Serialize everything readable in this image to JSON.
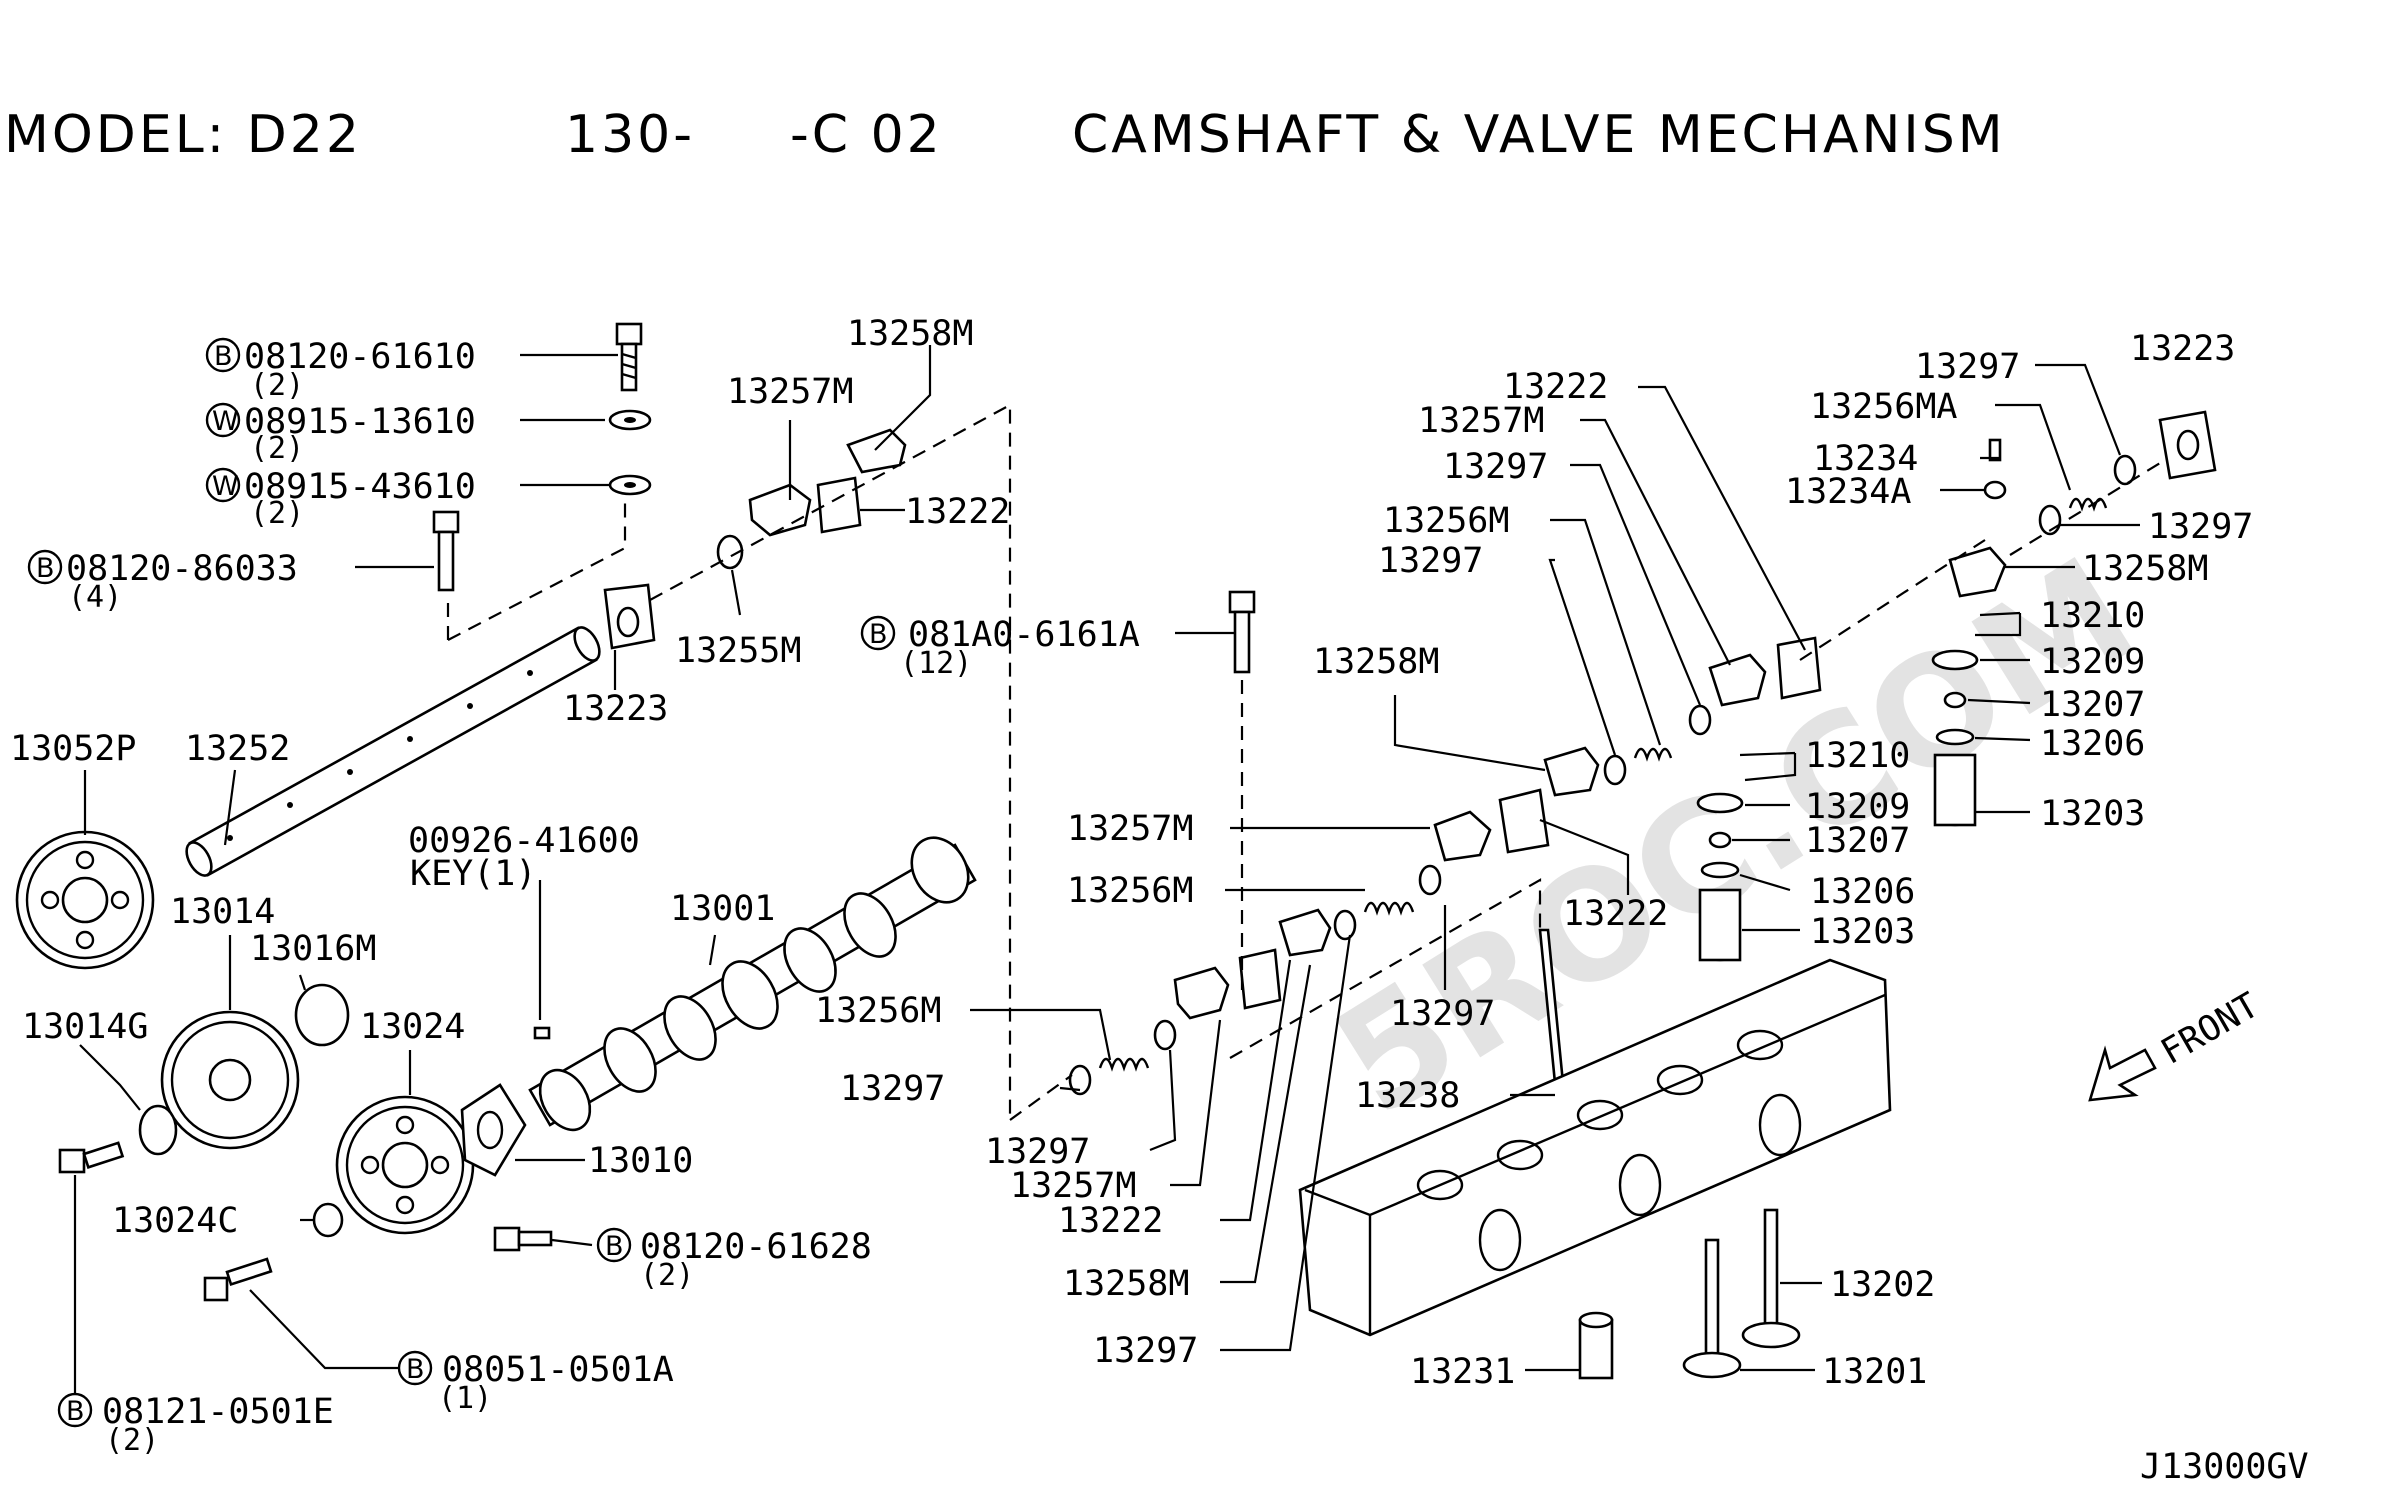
{
  "header": {
    "model": "MODEL: D22",
    "range": "130-",
    "section": "-C 02",
    "title": "CAMSHAFT & VALVE MECHANISM"
  },
  "watermark": "5ROC.COM",
  "front_label": "FRONT",
  "diagram_code": "J13000GV",
  "labels": [
    {
      "id": "l1",
      "text": "08120-61610",
      "symbol": "B",
      "qty": "(2)"
    },
    {
      "id": "l2",
      "text": "08915-13610",
      "symbol": "W",
      "qty": "(2)"
    },
    {
      "id": "l3",
      "text": "08915-43610",
      "symbol": "W",
      "qty": "(2)"
    },
    {
      "id": "l4",
      "text": "08120-86033",
      "symbol": "B",
      "qty": "(4)"
    },
    {
      "id": "l5",
      "text": "13257M"
    },
    {
      "id": "l6",
      "text": "13258M"
    },
    {
      "id": "l7",
      "text": "13222"
    },
    {
      "id": "l8",
      "text": "13255M"
    },
    {
      "id": "l9",
      "text": "13223"
    },
    {
      "id": "l10",
      "text": "081A0-6161A",
      "symbol": "B",
      "qty": "(12)"
    },
    {
      "id": "l11",
      "text": "13052P"
    },
    {
      "id": "l12",
      "text": "13252"
    },
    {
      "id": "l13",
      "text": "00926-41600",
      "sub": "KEY(1)"
    },
    {
      "id": "l14",
      "text": "13001"
    },
    {
      "id": "l15",
      "text": "13014"
    },
    {
      "id": "l16",
      "text": "13016M"
    },
    {
      "id": "l17",
      "text": "13014G"
    },
    {
      "id": "l18",
      "text": "13024"
    },
    {
      "id": "l19",
      "text": "13010"
    },
    {
      "id": "l20",
      "text": "13024C"
    },
    {
      "id": "l21",
      "text": "08120-61628",
      "symbol": "B",
      "qty": "(2)"
    },
    {
      "id": "l22",
      "text": "08051-0501A",
      "symbol": "B",
      "qty": "(1)"
    },
    {
      "id": "l23",
      "text": "08121-0501E",
      "symbol": "B",
      "qty": "(2)"
    },
    {
      "id": "l24",
      "text": "13258M"
    },
    {
      "id": "l25",
      "text": "13257M"
    },
    {
      "id": "l26",
      "text": "13256M"
    },
    {
      "id": "l27",
      "text": "13222"
    },
    {
      "id": "l28",
      "text": "13297"
    },
    {
      "id": "l29",
      "text": "13256M"
    },
    {
      "id": "l30",
      "text": "13297"
    },
    {
      "id": "l31",
      "text": "13297"
    },
    {
      "id": "l32",
      "text": "13257M"
    },
    {
      "id": "l33",
      "text": "13222"
    },
    {
      "id": "l34",
      "text": "13258M"
    },
    {
      "id": "l35",
      "text": "13297"
    },
    {
      "id": "l36",
      "text": "13238"
    },
    {
      "id": "l37",
      "text": "13222"
    },
    {
      "id": "l38",
      "text": "13257M"
    },
    {
      "id": "l39",
      "text": "13297"
    },
    {
      "id": "l40",
      "text": "13256M"
    },
    {
      "id": "l41",
      "text": "13297"
    },
    {
      "id": "l42",
      "text": "13297"
    },
    {
      "id": "l43",
      "text": "13223"
    },
    {
      "id": "l44",
      "text": "13256MA"
    },
    {
      "id": "l45",
      "text": "13234"
    },
    {
      "id": "l46",
      "text": "13234A"
    },
    {
      "id": "l47",
      "text": "13297"
    },
    {
      "id": "l48",
      "text": "13258M"
    },
    {
      "id": "l49",
      "text": "13210"
    },
    {
      "id": "l50",
      "text": "13209"
    },
    {
      "id": "l51",
      "text": "13207"
    },
    {
      "id": "l52",
      "text": "13206"
    },
    {
      "id": "l53",
      "text": "13203"
    },
    {
      "id": "l54",
      "text": "13210"
    },
    {
      "id": "l55",
      "text": "13209"
    },
    {
      "id": "l56",
      "text": "13207"
    },
    {
      "id": "l57",
      "text": "13206"
    },
    {
      "id": "l58",
      "text": "13203"
    },
    {
      "id": "l59",
      "text": "13202"
    },
    {
      "id": "l60",
      "text": "13201"
    },
    {
      "id": "l61",
      "text": "13231"
    }
  ]
}
